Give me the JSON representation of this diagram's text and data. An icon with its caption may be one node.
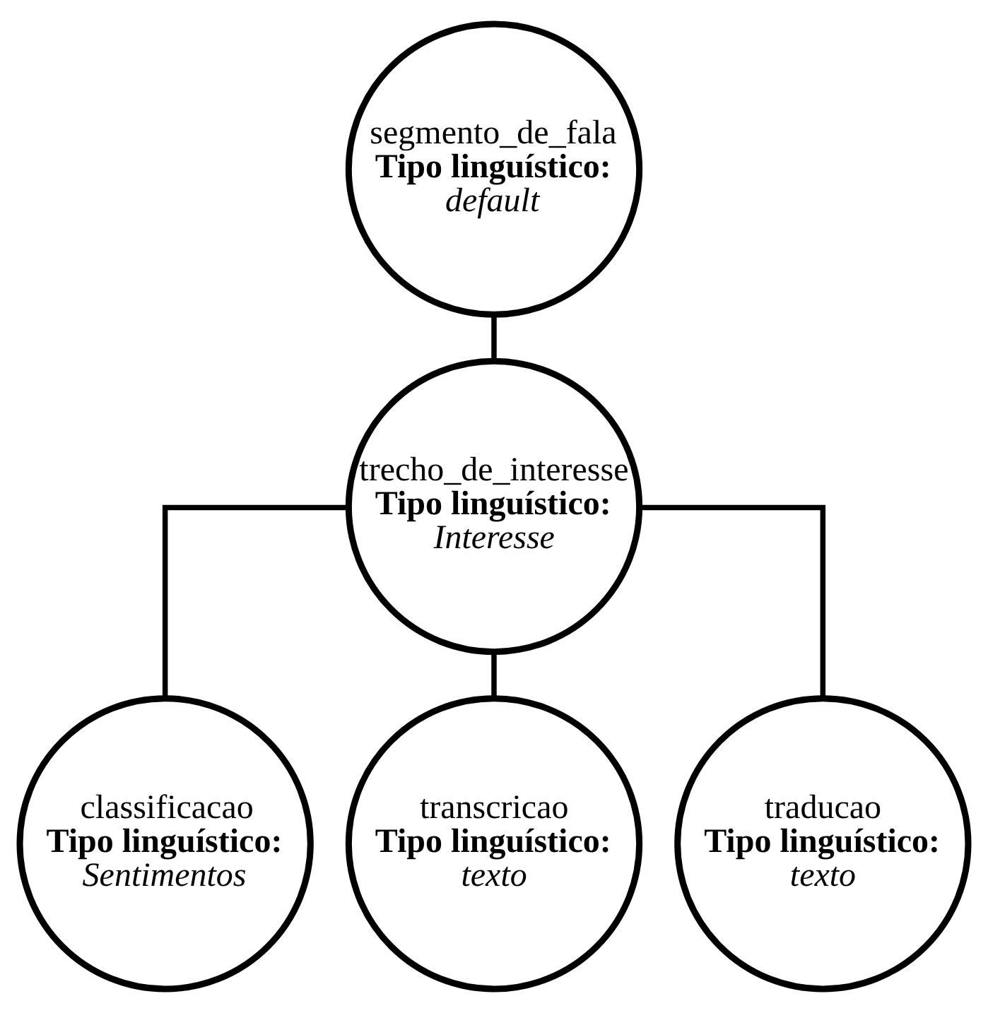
{
  "diagram": {
    "nodes": [
      {
        "text": [
          "segmento_de_fala",
          "Tipo linguístico:",
          "default"
        ]
      },
      {
        "text": [
          "trecho_de_interesse",
          "Tipo linguístico:",
          "Interesse"
        ]
      },
      {
        "text": [
          "classificacao",
          "Tipo linguístico:",
          "Sentimentos"
        ]
      },
      {
        "text": [
          "transcricao",
          "Tipo linguístico:",
          "texto"
        ]
      },
      {
        "text": [
          "traducao",
          "Tipo linguístico:",
          "texto"
        ]
      }
    ],
    "edges": [
      {
        "from": 0,
        "to": 1,
        "arrow": "none"
      },
      {
        "from": 1,
        "to": 2,
        "arrow": "none"
      },
      {
        "from": 1,
        "to": 3,
        "arrow": "none"
      },
      {
        "from": 1,
        "to": 4,
        "arrow": "none"
      }
    ]
  }
}
